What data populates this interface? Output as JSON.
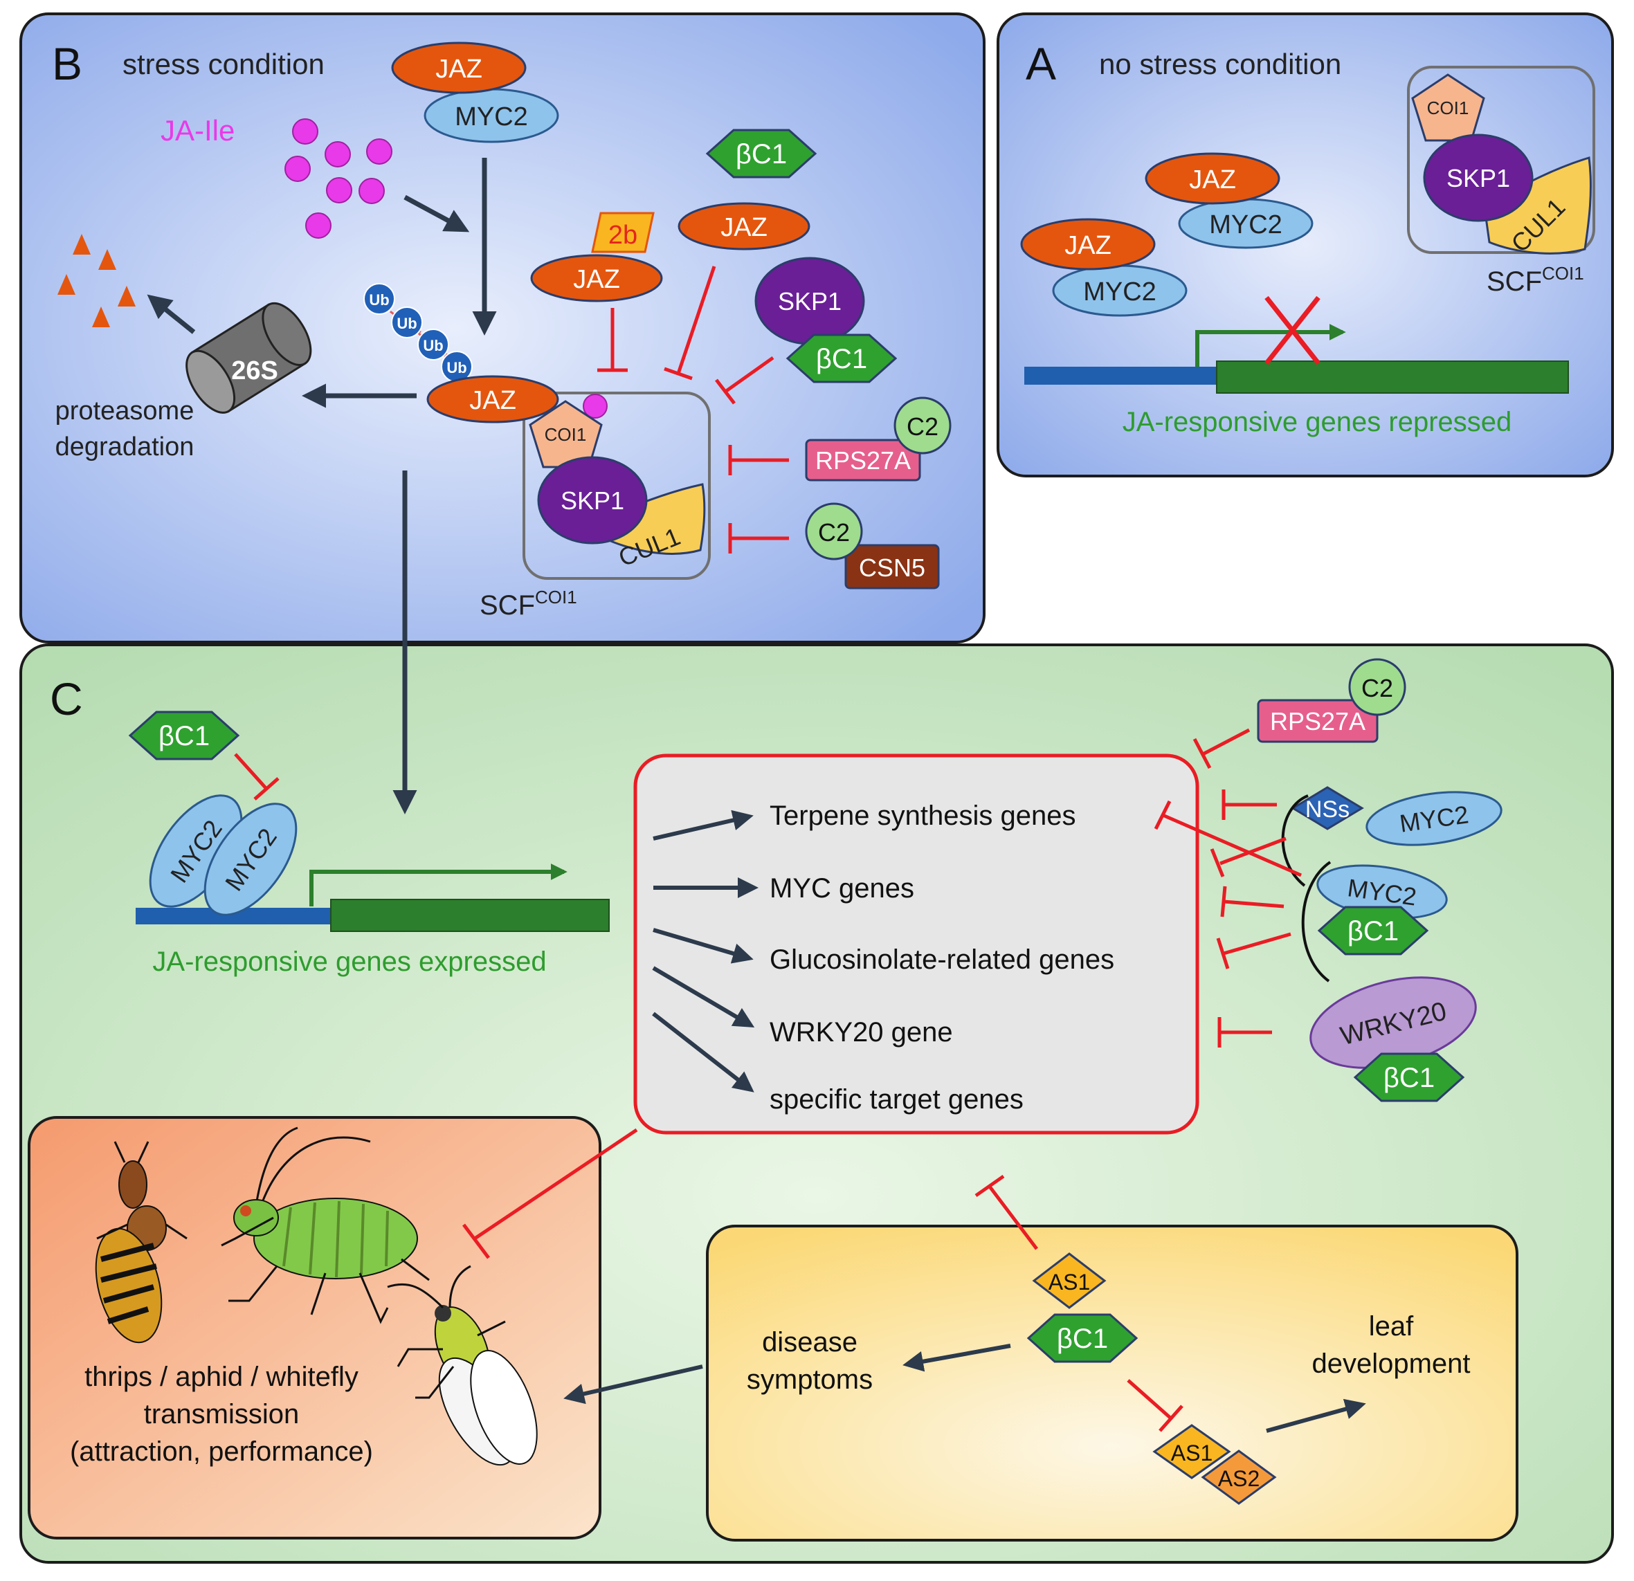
{
  "panel_a": {
    "letter": "A",
    "title": "no stress condition",
    "jaz1": "JAZ",
    "myc2_1": "MYC2",
    "jaz2": "JAZ",
    "myc2_2": "MYC2",
    "coi1": "COI1",
    "skp1": "SKP1",
    "cul1": "CUL1",
    "scf": "SCF",
    "scf_sup": "COI1",
    "genes_label": "JA-responsive genes repressed"
  },
  "panel_b": {
    "letter": "B",
    "title": "stress condition",
    "ja_ile": "JA-Ile",
    "jaz_top": "JAZ",
    "myc2_top": "MYC2",
    "ub": "Ub",
    "jaz_center": "JAZ",
    "coi1": "COI1",
    "skp1": "SKP1",
    "cul1": "CUL1",
    "scf": "SCF",
    "scf_sup": "COI1",
    "proteasome": "26S",
    "degradation_line1": "proteasome",
    "degradation_line2": "degradation",
    "v2b": "2b",
    "jaz_2b": "JAZ",
    "bc1_jaz": "βC1",
    "jaz_bc1": "JAZ",
    "skp1_bc1": "SKP1",
    "bc1_skp1": "βC1",
    "rps27a": "RPS27A",
    "c2_rps": "C2",
    "c2_csn": "C2",
    "csn5": "CSN5"
  },
  "panel_c": {
    "letter": "C",
    "bc1": "βC1",
    "myc2_a": "MYC2",
    "myc2_b": "MYC2",
    "genes_label": "JA-responsive genes expressed",
    "targets": [
      "Terpene synthesis genes",
      "MYC genes",
      "Glucosinolate-related genes",
      "WRKY20 gene",
      "specific target genes"
    ],
    "rps27a": "RPS27A",
    "c2": "C2",
    "nss": "NSs",
    "myc2_nss": "MYC2",
    "myc2_bc1": "MYC2",
    "bc1_myc2": "βC1",
    "wrky20": "WRKY20",
    "bc1_wrky": "βC1",
    "insects_line1": "thrips / aphid / whitefly",
    "insects_line2": "transmission",
    "insects_line3": "(attraction, performance)",
    "as1_top": "AS1",
    "bc1_as1": "βC1",
    "disease_line1": "disease",
    "disease_line2": "symptoms",
    "as1_bottom": "AS1",
    "as2": "AS2",
    "leaf_line1": "leaf",
    "leaf_line2": "development"
  },
  "colors": {
    "panel_blue": "#9fb6ea",
    "panel_green": "#cfe7cc",
    "jaz_orange": "#e4560e",
    "myc2_blue": "#8ec3ec",
    "skp1_purple": "#6a1f96",
    "coi1_peach": "#f7b58e",
    "cul1_yellow": "#f8cd55",
    "bc1_green": "#2fa12f",
    "rps27a_pink": "#e65f8c",
    "c2_green": "#9fdc8e",
    "csn5_brown": "#8a3214",
    "nss_blue": "#2b63b5",
    "wrky20_purple": "#b99ad3",
    "as_orange": "#f9b620",
    "inhibit_red": "#ea1c24",
    "arrow_dark": "#2c3a4c",
    "gene_green": "#2c7f2c",
    "promoter_blue": "#1f5fad",
    "label_green": "#2e9c2e",
    "ja_ile_magenta": "#e83ae8"
  }
}
